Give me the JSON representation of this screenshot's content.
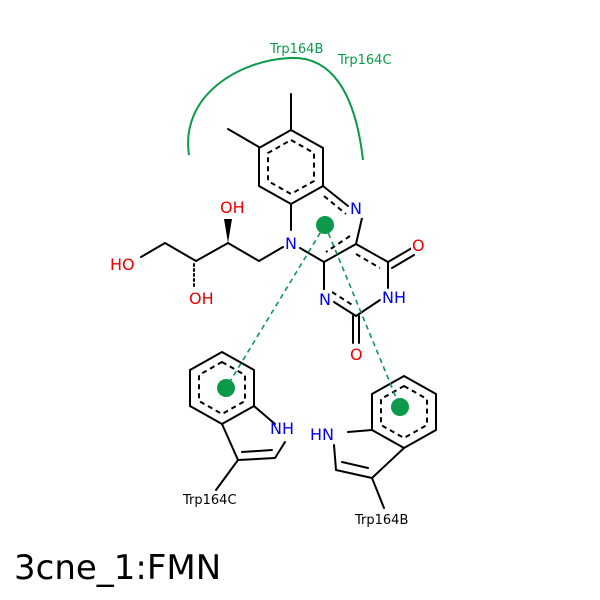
{
  "caption": "3cne_1:FMN",
  "atoms": {
    "n_ring_a": "N",
    "n_ring_b": "N",
    "n_ring_c": "N",
    "nh": "NH",
    "o_upper": "O",
    "o_lower": "O",
    "oh_1": "OH",
    "oh_2": "OH",
    "ho": "HO"
  },
  "residues": {
    "label_upper_1": "Trp164B",
    "label_upper_2": "Trp164C",
    "label_left": "Trp164C",
    "label_right": "Trp164B",
    "nh_left": "NH",
    "nh_right": "HN"
  },
  "colors": {
    "nitrogen": "#0000ee",
    "oxygen": "#ee0000",
    "interaction": "#0a9a4a",
    "bond": "#000000"
  }
}
